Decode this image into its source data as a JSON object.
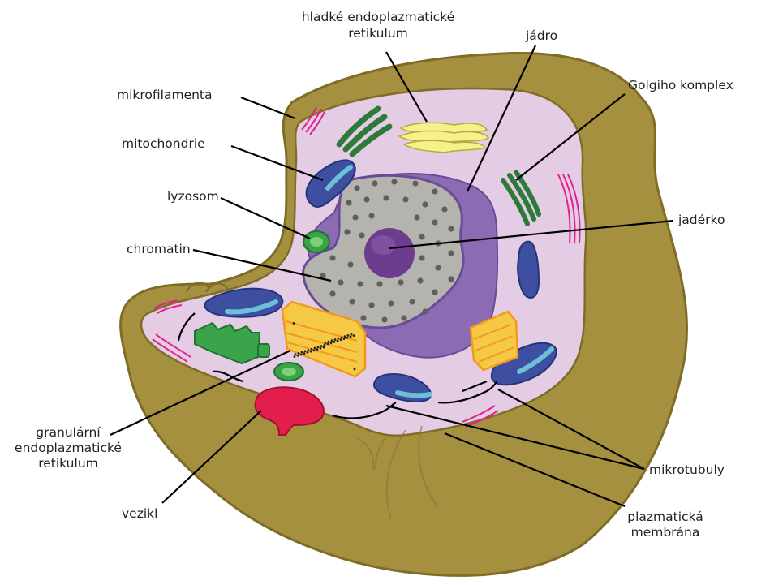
{
  "labels": {
    "hladke_er": [
      "hladké endoplazmatické",
      "retikulum"
    ],
    "jadro": "jádro",
    "golgi": "Golgiho komplex",
    "mikrofilamenta": "mikrofilamenta",
    "mitochondrie": "mitochondrie",
    "lyzosom": "lyzosom",
    "jaderko": "jadérko",
    "chromatin": "chromatin",
    "granularni_er": [
      "granulární",
      "endoplazmatické",
      "retikulum"
    ],
    "mikrotubuly": "mikrotubuly",
    "vezikl": "vezikl",
    "plazmaticka_membrana": [
      "plazmatická",
      "membrána"
    ]
  },
  "colors": {
    "cell_wall": "#a5903f",
    "cell_outline": "#7f6d27",
    "cytoplasm": "#e4cde4",
    "nucleus": "#8b6bb3",
    "nucleoplasm": "#b4b3ae",
    "nucleolus": "#6c3c8e",
    "mitochondria": "#3e4fa1",
    "mitochondria_inner": "#6bbfd9",
    "golgi": "#2e7a3a",
    "smooth_er": "#f5f28c",
    "rough_er": "#f5c845",
    "rough_er_edge": "#f29a1e",
    "lysosome": "#3aa44a",
    "vesicle": "#e21e4d",
    "microfilament": "#e0228e"
  }
}
